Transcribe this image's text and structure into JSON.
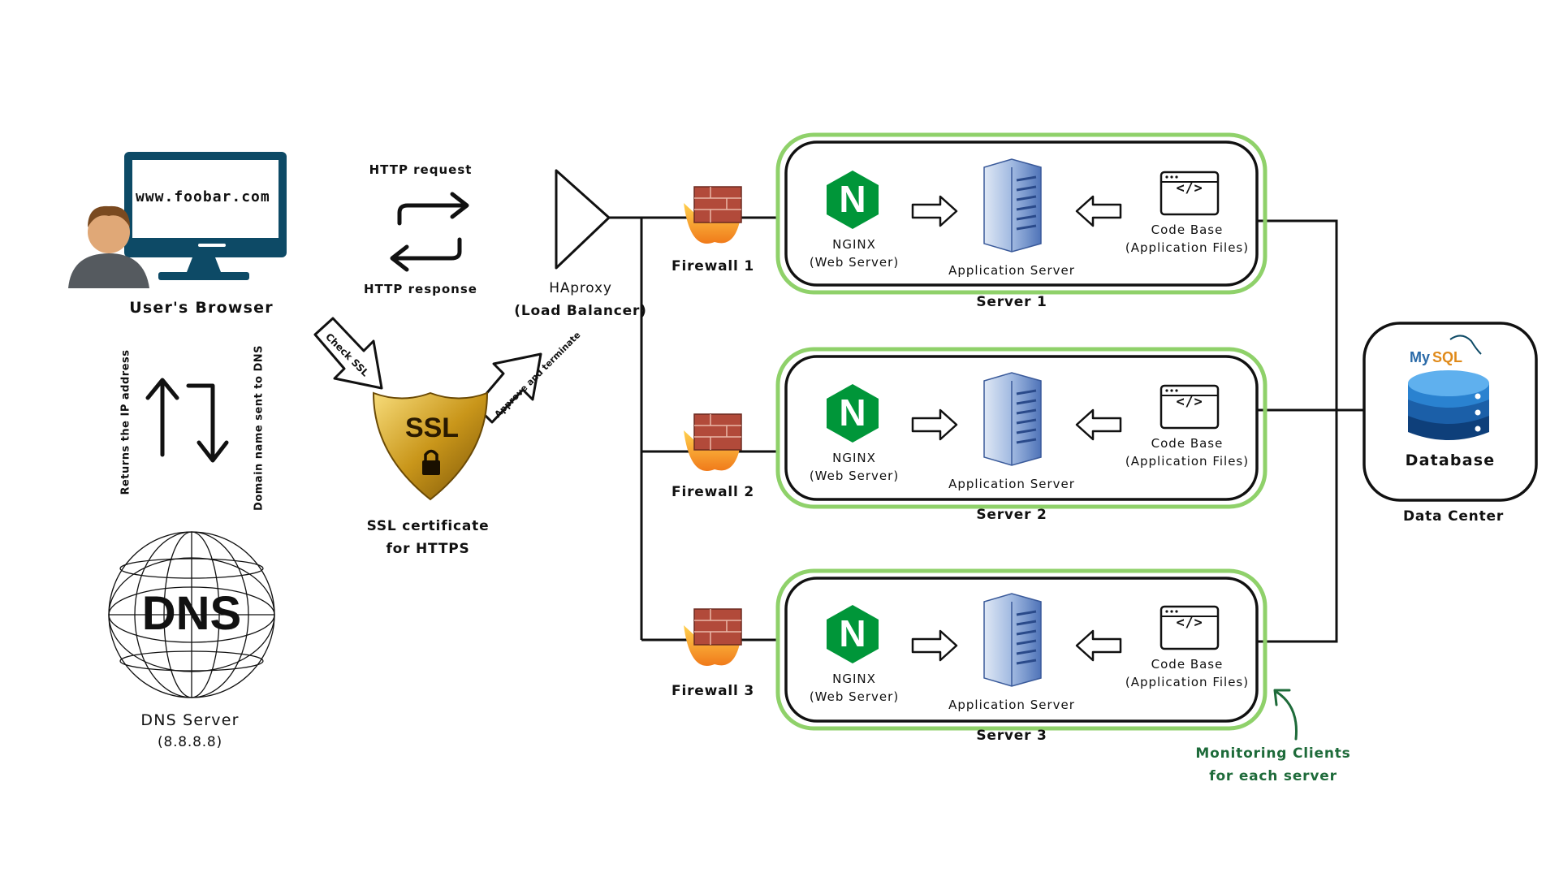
{
  "client": {
    "url": "www.foobar.com",
    "label": "User's Browser",
    "returns_ip": "Returns the IP address",
    "domain_sent": "Domain name sent to DNS"
  },
  "dns": {
    "logo": "DNS",
    "label": "DNS Server",
    "ip": "(8.8.8.8)"
  },
  "http": {
    "request": "HTTP request",
    "response": "HTTP response"
  },
  "ssl": {
    "badge": "SSL",
    "check": "Check SSL",
    "approve": "Approve and terminate",
    "label_line1": "SSL certificate",
    "label_line2": "for HTTPS"
  },
  "load_balancer": {
    "name": "HAproxy",
    "role": "(Load Balancer)"
  },
  "firewalls": [
    "Firewall 1",
    "Firewall 2",
    "Firewall 3"
  ],
  "servers": [
    {
      "name": "Server 1",
      "nginx_logo": "N",
      "nginx": "NGINX",
      "nginx_role": "(Web Server)",
      "app": "Application Server",
      "code_icon": "</>",
      "code": "Code Base",
      "code_role": "(Application Files)"
    },
    {
      "name": "Server 2",
      "nginx_logo": "N",
      "nginx": "NGINX",
      "nginx_role": "(Web Server)",
      "app": "Application Server",
      "code_icon": "</>",
      "code": "Code Base",
      "code_role": "(Application Files)"
    },
    {
      "name": "Server 3",
      "nginx_logo": "N",
      "nginx": "NGINX",
      "nginx_role": "(Web Server)",
      "app": "Application Server",
      "code_icon": "</>",
      "code": "Code Base",
      "code_role": "(Application Files)"
    }
  ],
  "database": {
    "brand_my": "My",
    "brand_sql": "SQL",
    "label": "Database",
    "datacenter": "Data Center"
  },
  "monitoring": {
    "line1": "Monitoring Clients",
    "line2": "for each server"
  },
  "colors": {
    "server_outline": "#8fd16a",
    "nginx_green": "#009639",
    "monitor_green": "#1e6b3a",
    "monitor_navy": "#0d4a66",
    "db_blue": "#1b6fb8",
    "ssl_gold": "#c9961a"
  }
}
